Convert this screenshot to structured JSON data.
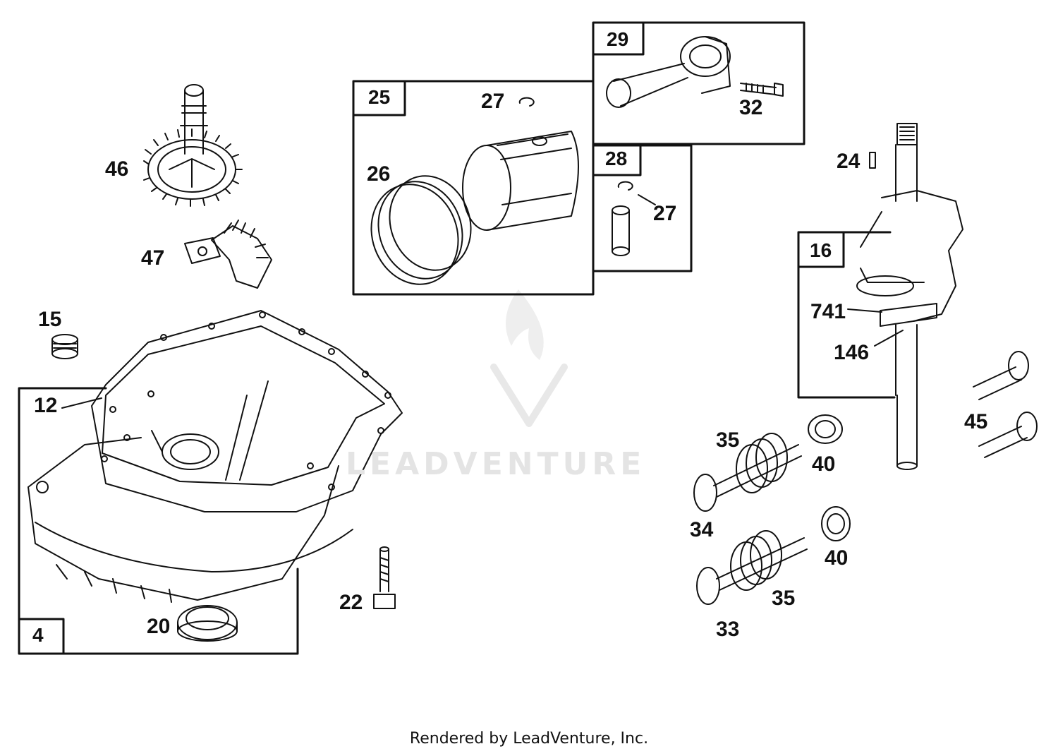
{
  "watermark": {
    "text": "LEADVENTURE"
  },
  "footer": {
    "text": "Rendered by LeadVenture, Inc."
  },
  "kit_boxes": {
    "b4": "4",
    "b25": "25",
    "b29": "29",
    "b28": "28",
    "b16": "16"
  },
  "labels": {
    "l46": "46",
    "l47": "47",
    "l15": "15",
    "l12": "12",
    "l20": "20",
    "l22": "22",
    "l27a": "27",
    "l26": "26",
    "l32": "32",
    "l27b": "27",
    "l24": "24",
    "l741": "741",
    "l146": "146",
    "l45": "45",
    "l35a": "35",
    "l40a": "40",
    "l34": "34",
    "l40b": "40",
    "l35b": "35",
    "l33": "33"
  }
}
